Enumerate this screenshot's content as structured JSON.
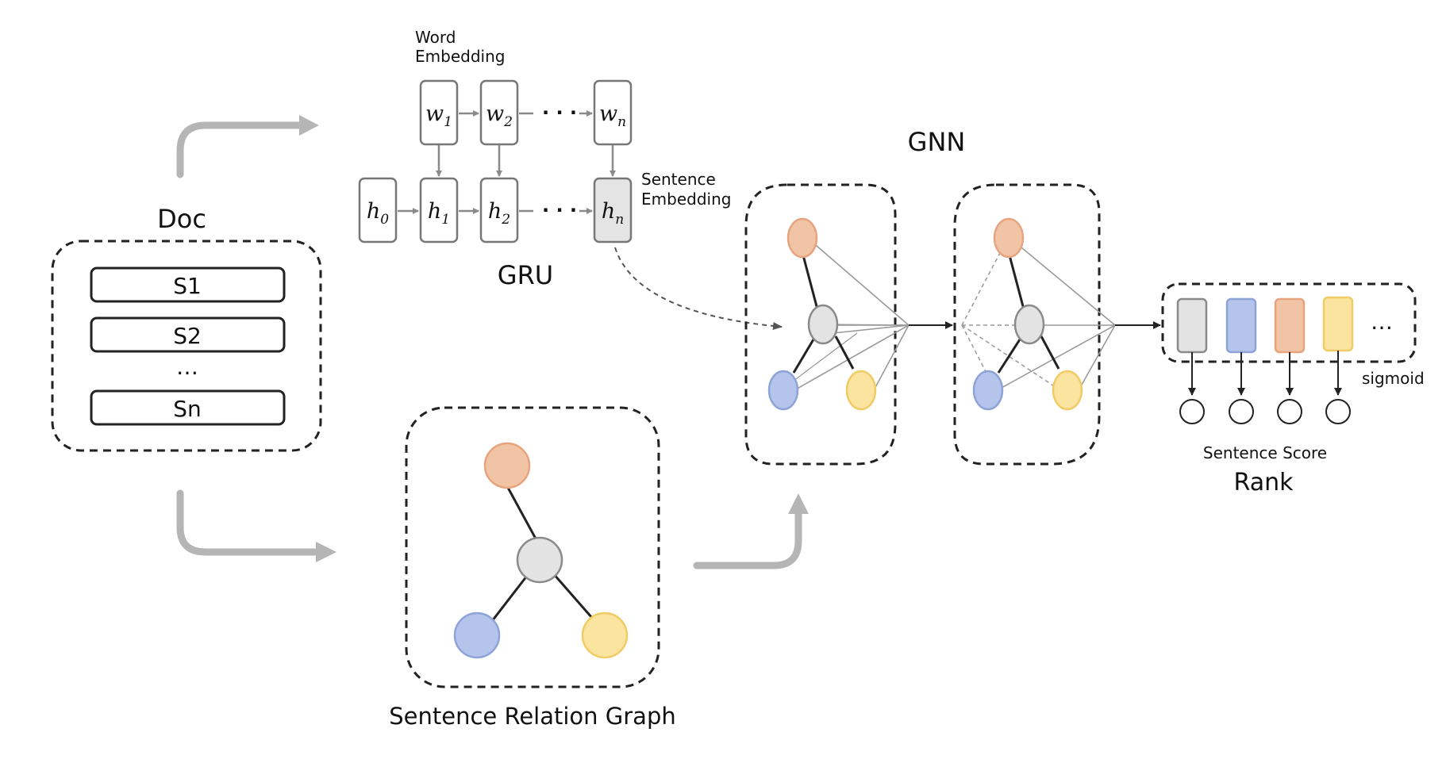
{
  "doc": {
    "title": "Doc",
    "sentences": [
      "S1",
      "S2",
      "Sn"
    ],
    "ellipsis": "…"
  },
  "gru": {
    "word_embedding_label": [
      "Word",
      "Embedding"
    ],
    "words": [
      {
        "base": "w",
        "sub": "1"
      },
      {
        "base": "w",
        "sub": "2"
      },
      {
        "base": "w",
        "sub": "n"
      }
    ],
    "hidden": [
      {
        "base": "h",
        "sub": "0"
      },
      {
        "base": "h",
        "sub": "1"
      },
      {
        "base": "h",
        "sub": "2"
      },
      {
        "base": "h",
        "sub": "n"
      }
    ],
    "dots": "· · ·",
    "sentence_embedding_label": [
      "Sentence",
      "Embedding"
    ],
    "title": "GRU"
  },
  "relation_graph": {
    "title": "Sentence Relation Graph"
  },
  "gnn": {
    "title": "GNN"
  },
  "output": {
    "activation_label": "sigmoid",
    "score_label": "Sentence Score",
    "title": "Rank",
    "ellipsis": "…"
  },
  "colors": {
    "orange": "#f2c4a6",
    "orange_stroke": "#e5a47e",
    "gray": "#e3e3e3",
    "gray_stroke": "#8a8a8a",
    "blue": "#b4c4ea",
    "blue_stroke": "#8ea3d8",
    "yellow": "#fbe3a0",
    "yellow_stroke": "#f1cc66",
    "flow_arrow": "#b5b5b5",
    "line": "#333333"
  }
}
